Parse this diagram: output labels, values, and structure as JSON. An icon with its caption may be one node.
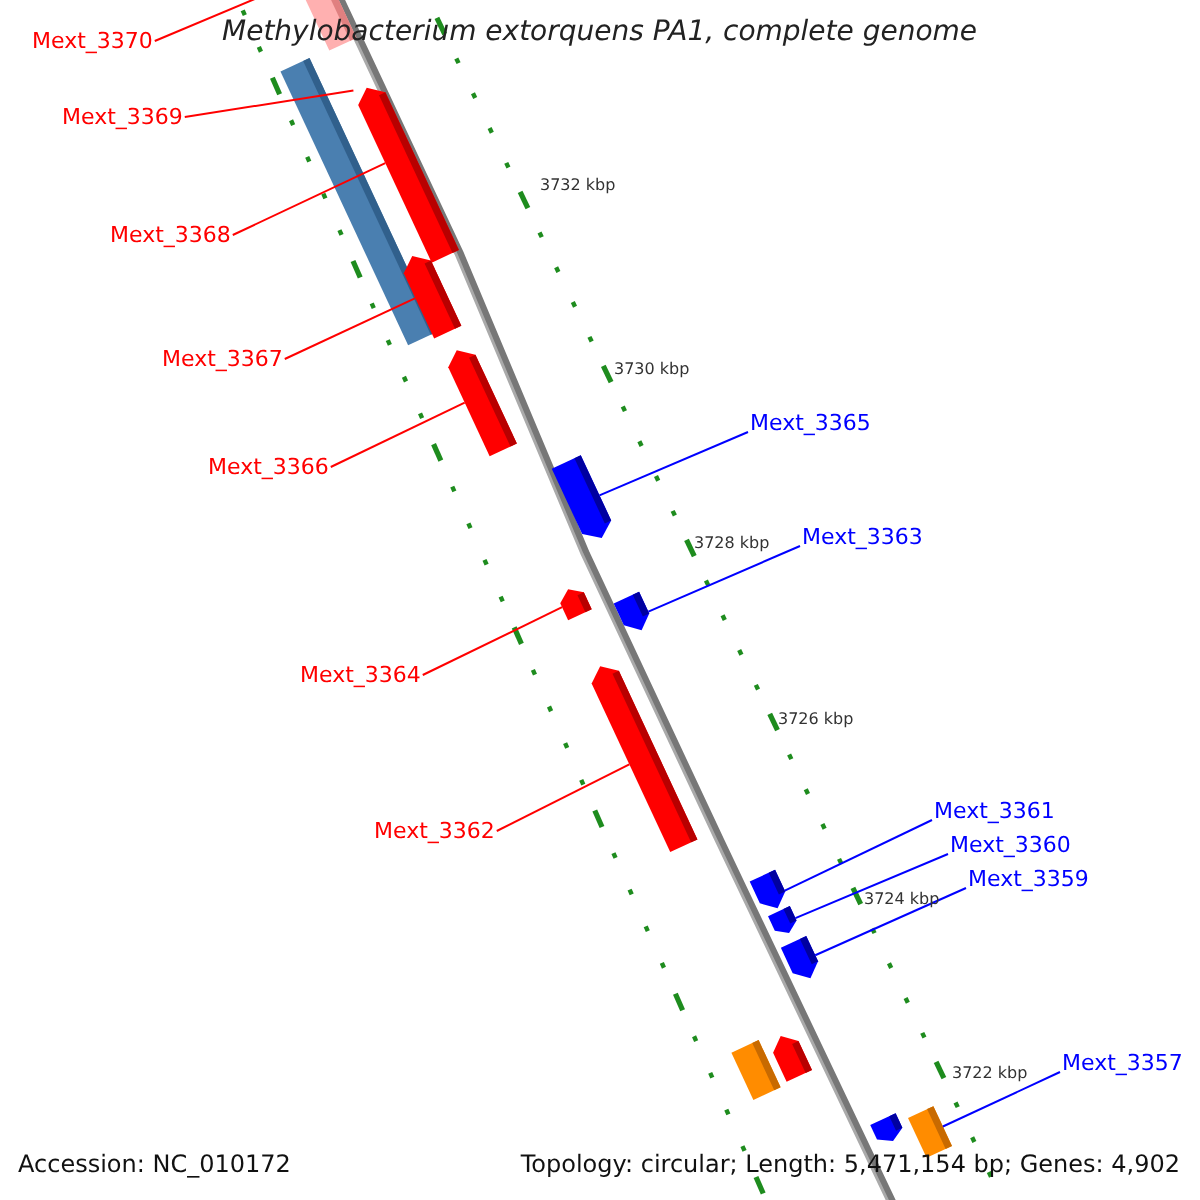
{
  "diagram": {
    "title": "Methylobacterium extorquens PA1, complete genome",
    "nodes": [
      {
        "text": [
          "Mext_3370"
        ]
      },
      {
        "text": [
          "Mext_3369"
        ]
      },
      {
        "text": [
          "Mext_3368"
        ]
      },
      {
        "text": [
          "Mext_3367"
        ]
      },
      {
        "text": [
          "Mext_3366"
        ]
      },
      {
        "text": [
          "Mext_3365"
        ]
      },
      {
        "text": [
          "Mext_3363"
        ]
      },
      {
        "text": [
          "Mext_3364"
        ]
      },
      {
        "text": [
          "Mext_3362"
        ]
      },
      {
        "text": [
          "Mext_3361"
        ]
      },
      {
        "text": [
          "Mext_3360"
        ]
      },
      {
        "text": [
          "Mext_3359"
        ]
      },
      {
        "text": [
          "Mext_3357"
        ]
      },
      {
        "text": [],
        "shape": "bar"
      },
      {
        "text": [],
        "shape": "bar"
      },
      {
        "text": [],
        "shape": "bar"
      },
      {
        "text": [],
        "shape": "bar"
      },
      {
        "text": [],
        "shape": "bar"
      },
      {
        "text": [],
        "shape": "bar"
      },
      {
        "text": [],
        "shape": "bar"
      },
      {
        "text": [],
        "shape": "bar"
      },
      {
        "text": [],
        "shape": "bar"
      },
      {
        "text": [],
        "shape": "bar"
      },
      {
        "text": [],
        "shape": "bar"
      },
      {
        "text": [],
        "shape": "bar"
      },
      {
        "text": [],
        "shape": "bar"
      },
      {
        "text": [],
        "shape": "bar"
      },
      {
        "text": [],
        "shape": "bar"
      },
      {
        "text": [],
        "shape": "bar"
      }
    ],
    "edges": [
      {
        "from": 0,
        "to": 14,
        "arrow": "none"
      },
      {
        "from": 1,
        "to": 15,
        "arrow": "none"
      },
      {
        "from": 2,
        "to": 15,
        "arrow": "none"
      },
      {
        "from": 3,
        "to": 16,
        "arrow": "none"
      },
      {
        "from": 4,
        "to": 17,
        "arrow": "none"
      },
      {
        "from": 5,
        "to": 18,
        "arrow": "none",
        "color": "#0000ff"
      },
      {
        "from": 6,
        "to": 20,
        "arrow": "none",
        "color": "#0000ff"
      },
      {
        "from": 7,
        "to": 19,
        "arrow": "none"
      },
      {
        "from": 8,
        "to": 21,
        "arrow": "none"
      },
      {
        "from": 9,
        "to": 22,
        "arrow": "none",
        "color": "#0000ff"
      },
      {
        "from": 10,
        "to": 23,
        "arrow": "none",
        "color": "#0000ff"
      },
      {
        "from": 11,
        "to": 24,
        "arrow": "none",
        "color": "#0000ff"
      },
      {
        "from": 12,
        "to": 28,
        "arrow": "none",
        "color": "#0000ff"
      }
    ],
    "labels": [
      "3732 kbp",
      "3730 kbp",
      "3728 kbp",
      "3726 kbp",
      "3724 kbp",
      "3722 kbp",
      "Accession: NC_010172",
      "Topology: circular; Length: 5,471,154 bp; Genes: 4,902"
    ]
  }
}
